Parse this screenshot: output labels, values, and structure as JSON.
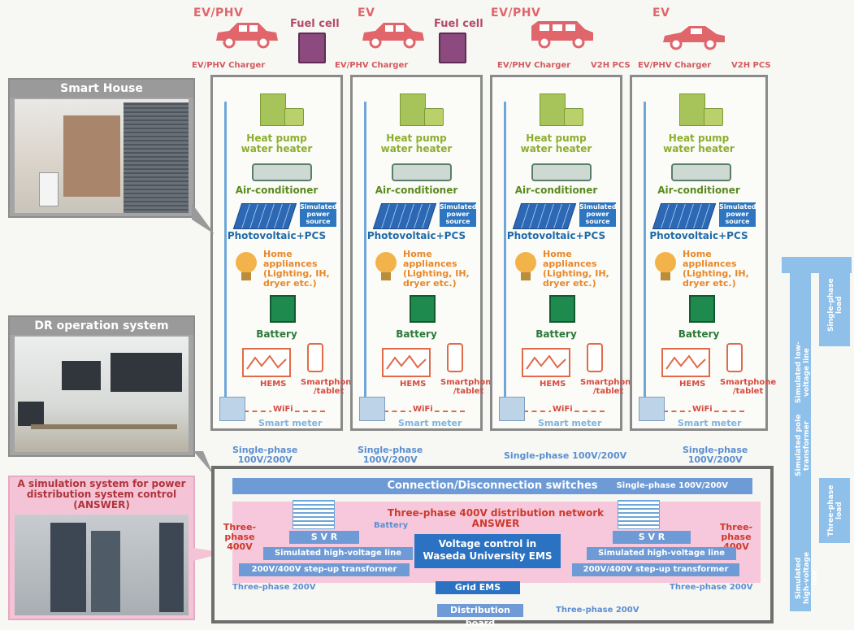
{
  "top": {
    "cols": [
      {
        "ev": "EV/PHV",
        "fuel": "Fuel cell",
        "left_label": "EV/PHV Charger",
        "right_label": ""
      },
      {
        "ev": "EV",
        "fuel": "Fuel cell",
        "left_label": "EV/PHV Charger",
        "right_label": ""
      },
      {
        "ev": "EV/PHV",
        "fuel": "",
        "left_label": "EV/PHV Charger",
        "right_label": "V2H PCS"
      },
      {
        "ev": "EV",
        "fuel": "",
        "left_label": "EV/PHV Charger",
        "right_label": "V2H PCS"
      }
    ]
  },
  "house": {
    "heat_pump": "Heat pump\nwater heater",
    "heat_pump_l1": "Heat pump",
    "heat_pump_l2": "water heater",
    "air_conditioner": "Air-conditioner",
    "sim_power_source": "Simulated power source",
    "sim_l1": "Simulated",
    "sim_l2": "power",
    "sim_l3": "source",
    "pv": "Photovoltaic+PCS",
    "appl_l1": "Home appliances",
    "appl_l2": "(Lighting, IH,",
    "appl_l3": "dryer etc.)",
    "battery": "Battery",
    "hems": "HEMS",
    "phone_l1": "Smartphone",
    "phone_l2": "/tablet",
    "wifi": "WiFi",
    "smart_meter": "Smart meter"
  },
  "left_panels": {
    "smart_house": "Smart House",
    "dr": "DR operation system",
    "answer_l1": "A simulation system for power",
    "answer_l2": "distribution system control",
    "answer_l3": "(ANSWER)"
  },
  "supply": {
    "sp1": "Single-phase\n100V/200V",
    "sp1_l1": "Single-phase",
    "sp1_l2": "100V/200V",
    "sp2_l1": "Single-phase",
    "sp2_l2": "100V/200V",
    "sp_mid": "Single-phase 100V/200V",
    "sp4_l1": "Single-phase",
    "sp4_l2": "100V/200V"
  },
  "network": {
    "switches": "Connection/Disconnection switches",
    "switches_right": "Single-phase 100V/200V",
    "title_l1": "Three-phase 400V distribution network",
    "title_l2": "ANSWER",
    "battery": "Battery",
    "three_phase_400_l1": "Three-phase",
    "three_phase_400_l2": "400V",
    "svr": "S V R",
    "hv_line": "Simulated high-voltage line",
    "stepup": "200V/400V step-up transformer",
    "voltage_l1": "Voltage control in",
    "voltage_l2": "Waseda University EMS",
    "three_phase_200": "Three-phase 200V",
    "grid_ems": "Grid EMS",
    "dist_board": "Distribution board"
  },
  "right_side": {
    "single_phase_load": "Single-phase load",
    "sim_lv_line": "Simulated low-voltage line",
    "sim_pole": "Simulated pole transformer",
    "three_phase_load": "Three-phase load",
    "sim_hv_line": "Simulated high-voltage line"
  },
  "colors": {
    "ev_red": "#e0666b",
    "green": "#8cae2f",
    "blue": "#1e6aa8",
    "light_blue": "#6fa6d8",
    "pink": "#f7c8db"
  }
}
